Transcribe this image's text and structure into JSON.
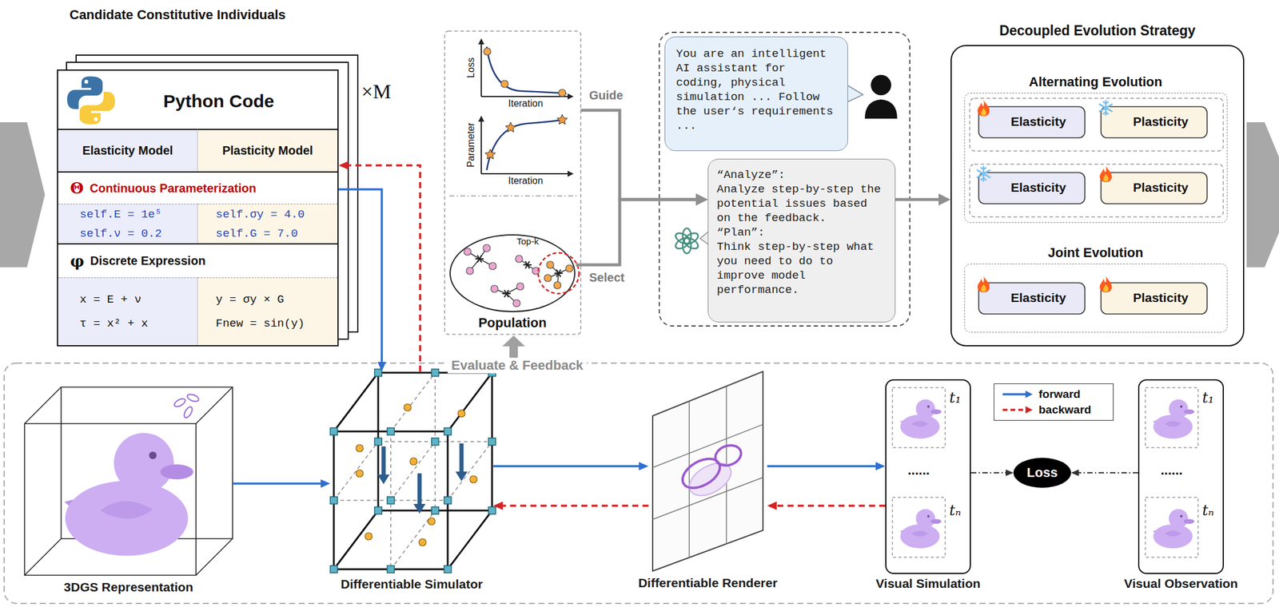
{
  "diagram": {
    "nodes": [
      {
        "text": [
          "Python Code"
        ]
      },
      {
        "text": [
          "Elasticity Model"
        ],
        "in": 0
      },
      {
        "text": [
          "Plasticity Model"
        ],
        "in": 0
      },
      {
        "text": [
          "Θ",
          "Continuous Parameterization"
        ],
        "in": 0
      },
      {
        "text": [
          "self.E = 1e⁵",
          "self.ν = 0.2"
        ],
        "in": 0
      },
      {
        "text": [
          "self.σy = 4.0",
          "self.G = 7.0"
        ],
        "in": 0
      },
      {
        "text": [
          "φ",
          "Discrete Expression"
        ],
        "in": 0
      },
      {
        "text": [
          "x = E + ν",
          "τ = x² + x"
        ],
        "in": 0
      },
      {
        "text": [
          "y = σy × G",
          "Fnew = sin(y)"
        ],
        "in": 0
      },
      {
        "text": [
          "Loss",
          "Iteration"
        ]
      },
      {
        "text": [
          "Parameter",
          "Iteration"
        ]
      },
      {
        "text": [
          "Population"
        ]
      },
      {
        "text": [
          "You are an intelligent AI assistant for coding, physical simulation ... Follow the user‘s requirements ..."
        ]
      },
      {
        "text": [
          "“Analyze”:",
          "Analyze step-by-step the potential issues based on the feedback.",
          "“Plan”:",
          "Think step-by-step what you need to do to improve model performance."
        ]
      },
      {
        "text": [
          "Decoupled Evolution Strategy"
        ]
      },
      {
        "text": [
          "Alternating Evolution"
        ],
        "in": 14
      },
      {
        "text": [
          "Elasticity"
        ],
        "in": 15
      },
      {
        "text": [
          "Plasticity"
        ],
        "in": 15
      },
      {
        "text": [
          "Elasticity"
        ],
        "in": 15
      },
      {
        "text": [
          "Plasticity"
        ],
        "in": 15
      },
      {
        "text": [
          "Joint Evolution"
        ],
        "in": 14
      },
      {
        "text": [
          "Elasticity"
        ],
        "in": 20
      },
      {
        "text": [
          "Plasticity"
        ],
        "in": 20
      },
      {
        "text": [
          "3DGS Representation"
        ]
      },
      {
        "text": [
          "Differentiable Simulator"
        ]
      },
      {
        "text": [
          "Differentiable Renderer"
        ]
      },
      {
        "text": [
          "Visual Simulation"
        ]
      },
      {
        "text": [
          "Loss"
        ]
      },
      {
        "text": [
          "Visual Observation"
        ]
      }
    ],
    "edges": [
      {
        "from": 0,
        "to": 24,
        "arrow": "to"
      },
      {
        "from": 24,
        "to": 0,
        "arrow": "to"
      },
      {
        "from": 9,
        "to": 13,
        "label": "Guide",
        "arrow": "to"
      },
      {
        "from": 11,
        "to": 13,
        "label": "Select",
        "arrow": "to"
      },
      {
        "from": 13,
        "to": 14,
        "arrow": "to"
      },
      {
        "from": 23,
        "to": 24,
        "arrow": "to"
      },
      {
        "from": 24,
        "to": 25,
        "arrow": "to"
      },
      {
        "from": 25,
        "to": 24,
        "arrow": "to"
      },
      {
        "from": 25,
        "to": 26,
        "arrow": "to"
      },
      {
        "from": 26,
        "to": 25,
        "arrow": "to"
      },
      {
        "from": 26,
        "to": 27,
        "arrow": "to"
      },
      {
        "from": 28,
        "to": 27,
        "arrow": "to"
      }
    ],
    "labels": [
      "Candidate Constitutive Individuals",
      "×M",
      "Top-k",
      "Evaluate & Feedback",
      "t₁",
      "......",
      "tₙ",
      "t₁",
      "......",
      "tₙ"
    ],
    "legend": [
      {
        "text": "forward"
      },
      {
        "text": "backward"
      }
    ]
  }
}
